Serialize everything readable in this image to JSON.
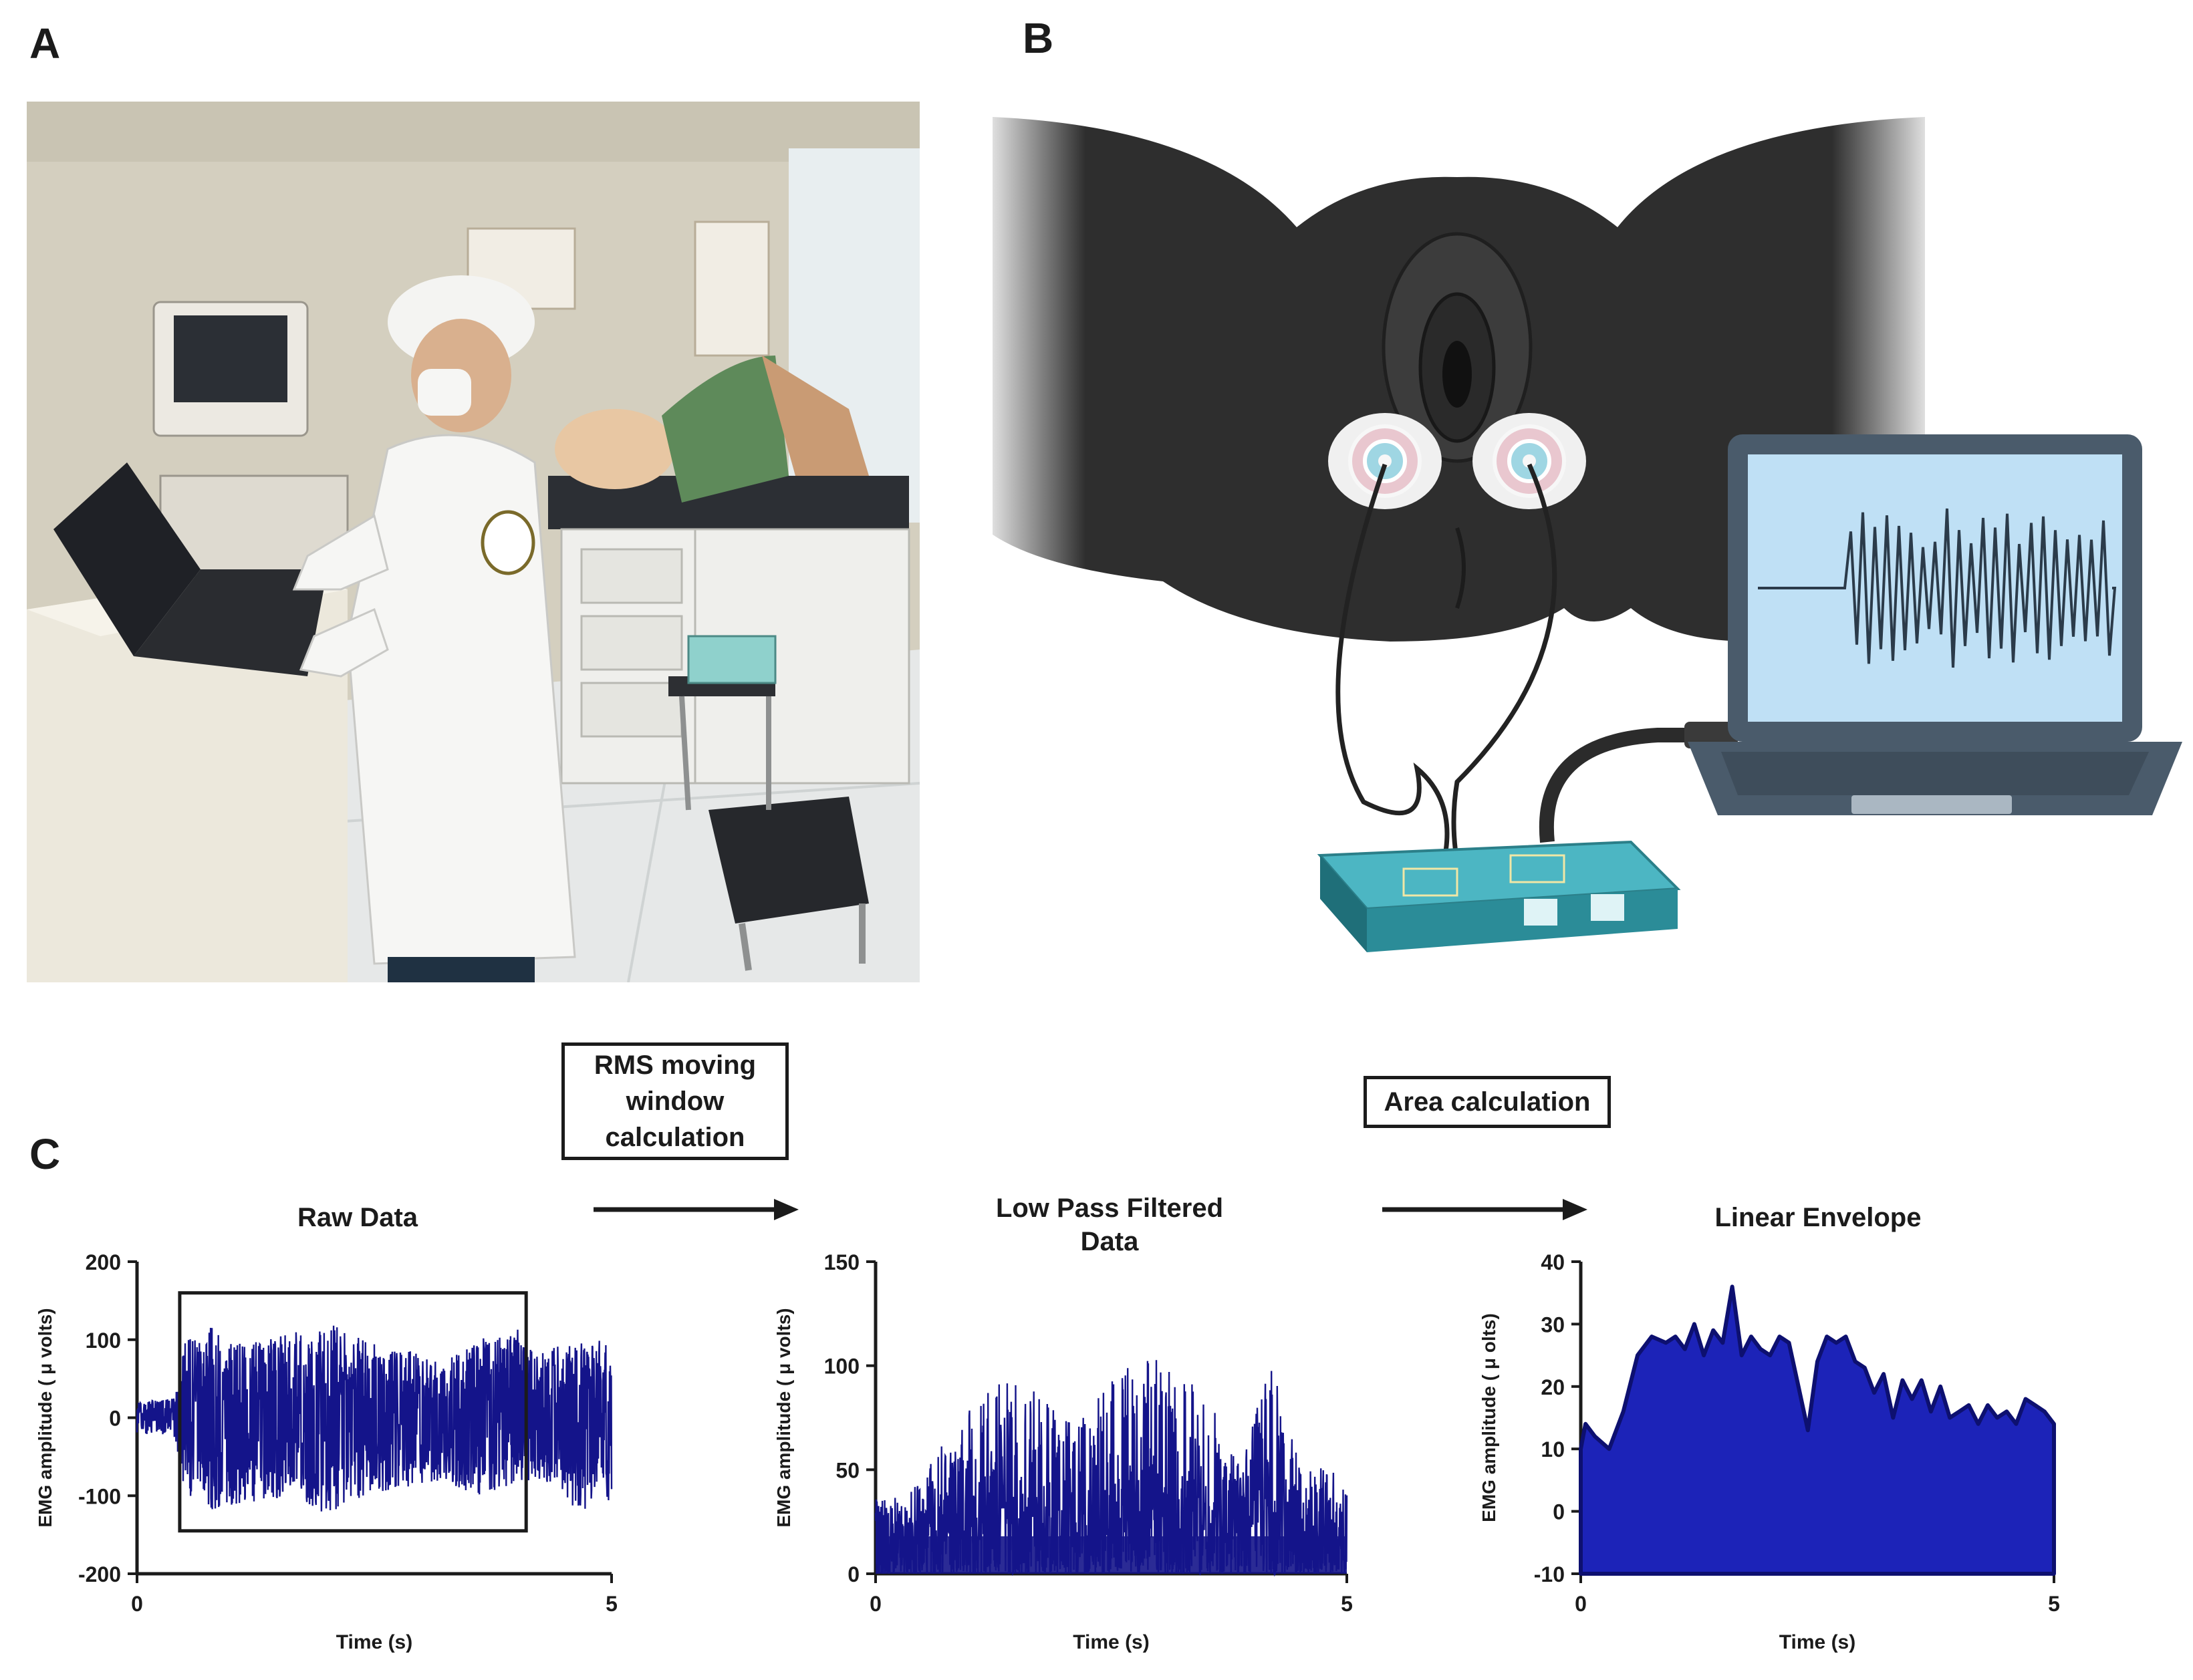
{
  "panels": {
    "a": "A",
    "b": "B",
    "c": "C"
  },
  "steps": {
    "rms": "RMS moving\nwindow\ncalculation",
    "area": "Area calculation"
  },
  "colors": {
    "signal": "#14148a",
    "fill": "#1c23b8",
    "axis": "#1b1b1b",
    "laptop_frame": "#4a5b6b",
    "laptop_screen": "#bfe0f5",
    "board": "#36a6b4"
  },
  "chart_data": [
    {
      "type": "line",
      "title": "Raw Data",
      "xlabel": "Time (s)",
      "ylabel": "EMG amplitude ( μ volts)",
      "xlim": [
        0,
        5
      ],
      "ylim": [
        -200,
        200
      ],
      "x_ticks": [
        "0",
        "5"
      ],
      "y_ticks": [
        "200",
        "100",
        "0",
        "-100",
        "-200"
      ],
      "annotation": "rectangle marking the contraction window (approx. 0.45 s to 4.1 s)",
      "x": [
        0,
        0.4,
        0.5,
        0.8,
        1.2,
        1.6,
        2.0,
        2.4,
        2.8,
        3.2,
        3.6,
        4.0,
        4.2,
        4.6,
        5.0
      ],
      "envelope_upper": [
        20,
        25,
        100,
        120,
        95,
        110,
        125,
        100,
        90,
        70,
        100,
        115,
        80,
        100,
        105
      ],
      "envelope_lower": [
        -20,
        -25,
        -100,
        -120,
        -110,
        -100,
        -125,
        -100,
        -90,
        -80,
        -100,
        -90,
        -80,
        -120,
        -110
      ]
    },
    {
      "type": "line",
      "title": "Low Pass Filtered\nData",
      "xlabel": "Time (s)",
      "ylabel": "EMG amplitude ( μ volts)",
      "xlim": [
        0,
        5
      ],
      "ylim": [
        0,
        150
      ],
      "x_ticks": [
        "0",
        "5"
      ],
      "y_ticks": [
        "150",
        "100",
        "50",
        "0"
      ],
      "x": [
        0,
        0.3,
        0.6,
        0.9,
        1.2,
        1.5,
        1.8,
        2.1,
        2.4,
        2.7,
        3.0,
        3.3,
        3.6,
        3.9,
        4.2,
        4.5,
        4.8,
        5.0
      ],
      "envelope_upper": [
        40,
        35,
        55,
        75,
        90,
        95,
        85,
        80,
        90,
        100,
        105,
        95,
        80,
        60,
        100,
        55,
        50,
        45
      ]
    },
    {
      "type": "area",
      "title": "Linear Envelope",
      "xlabel": "Time (s)",
      "ylabel": "EMG amplitude ( μ olts)",
      "xlim": [
        0,
        5
      ],
      "ylim": [
        -10,
        40
      ],
      "x_ticks": [
        "0",
        "5"
      ],
      "y_ticks": [
        "40",
        "30",
        "20",
        "10",
        "0",
        "-10"
      ],
      "x": [
        0,
        0.05,
        0.15,
        0.3,
        0.45,
        0.6,
        0.75,
        0.9,
        1.0,
        1.1,
        1.2,
        1.3,
        1.4,
        1.5,
        1.6,
        1.7,
        1.8,
        1.9,
        2.0,
        2.1,
        2.2,
        2.3,
        2.4,
        2.5,
        2.6,
        2.7,
        2.8,
        2.9,
        3.0,
        3.1,
        3.2,
        3.3,
        3.4,
        3.5,
        3.6,
        3.7,
        3.8,
        3.9,
        4.0,
        4.1,
        4.2,
        4.3,
        4.4,
        4.5,
        4.6,
        4.7,
        4.8,
        4.9,
        5.0
      ],
      "y": [
        10,
        14,
        12,
        10,
        16,
        25,
        28,
        27,
        28,
        26,
        30,
        25,
        29,
        27,
        36,
        25,
        28,
        26,
        25,
        28,
        27,
        20,
        13,
        24,
        28,
        27,
        28,
        24,
        23,
        19,
        22,
        15,
        21,
        18,
        21,
        16,
        20,
        15,
        16,
        17,
        14,
        17,
        15,
        16,
        14,
        18,
        17,
        16,
        14
      ]
    }
  ]
}
